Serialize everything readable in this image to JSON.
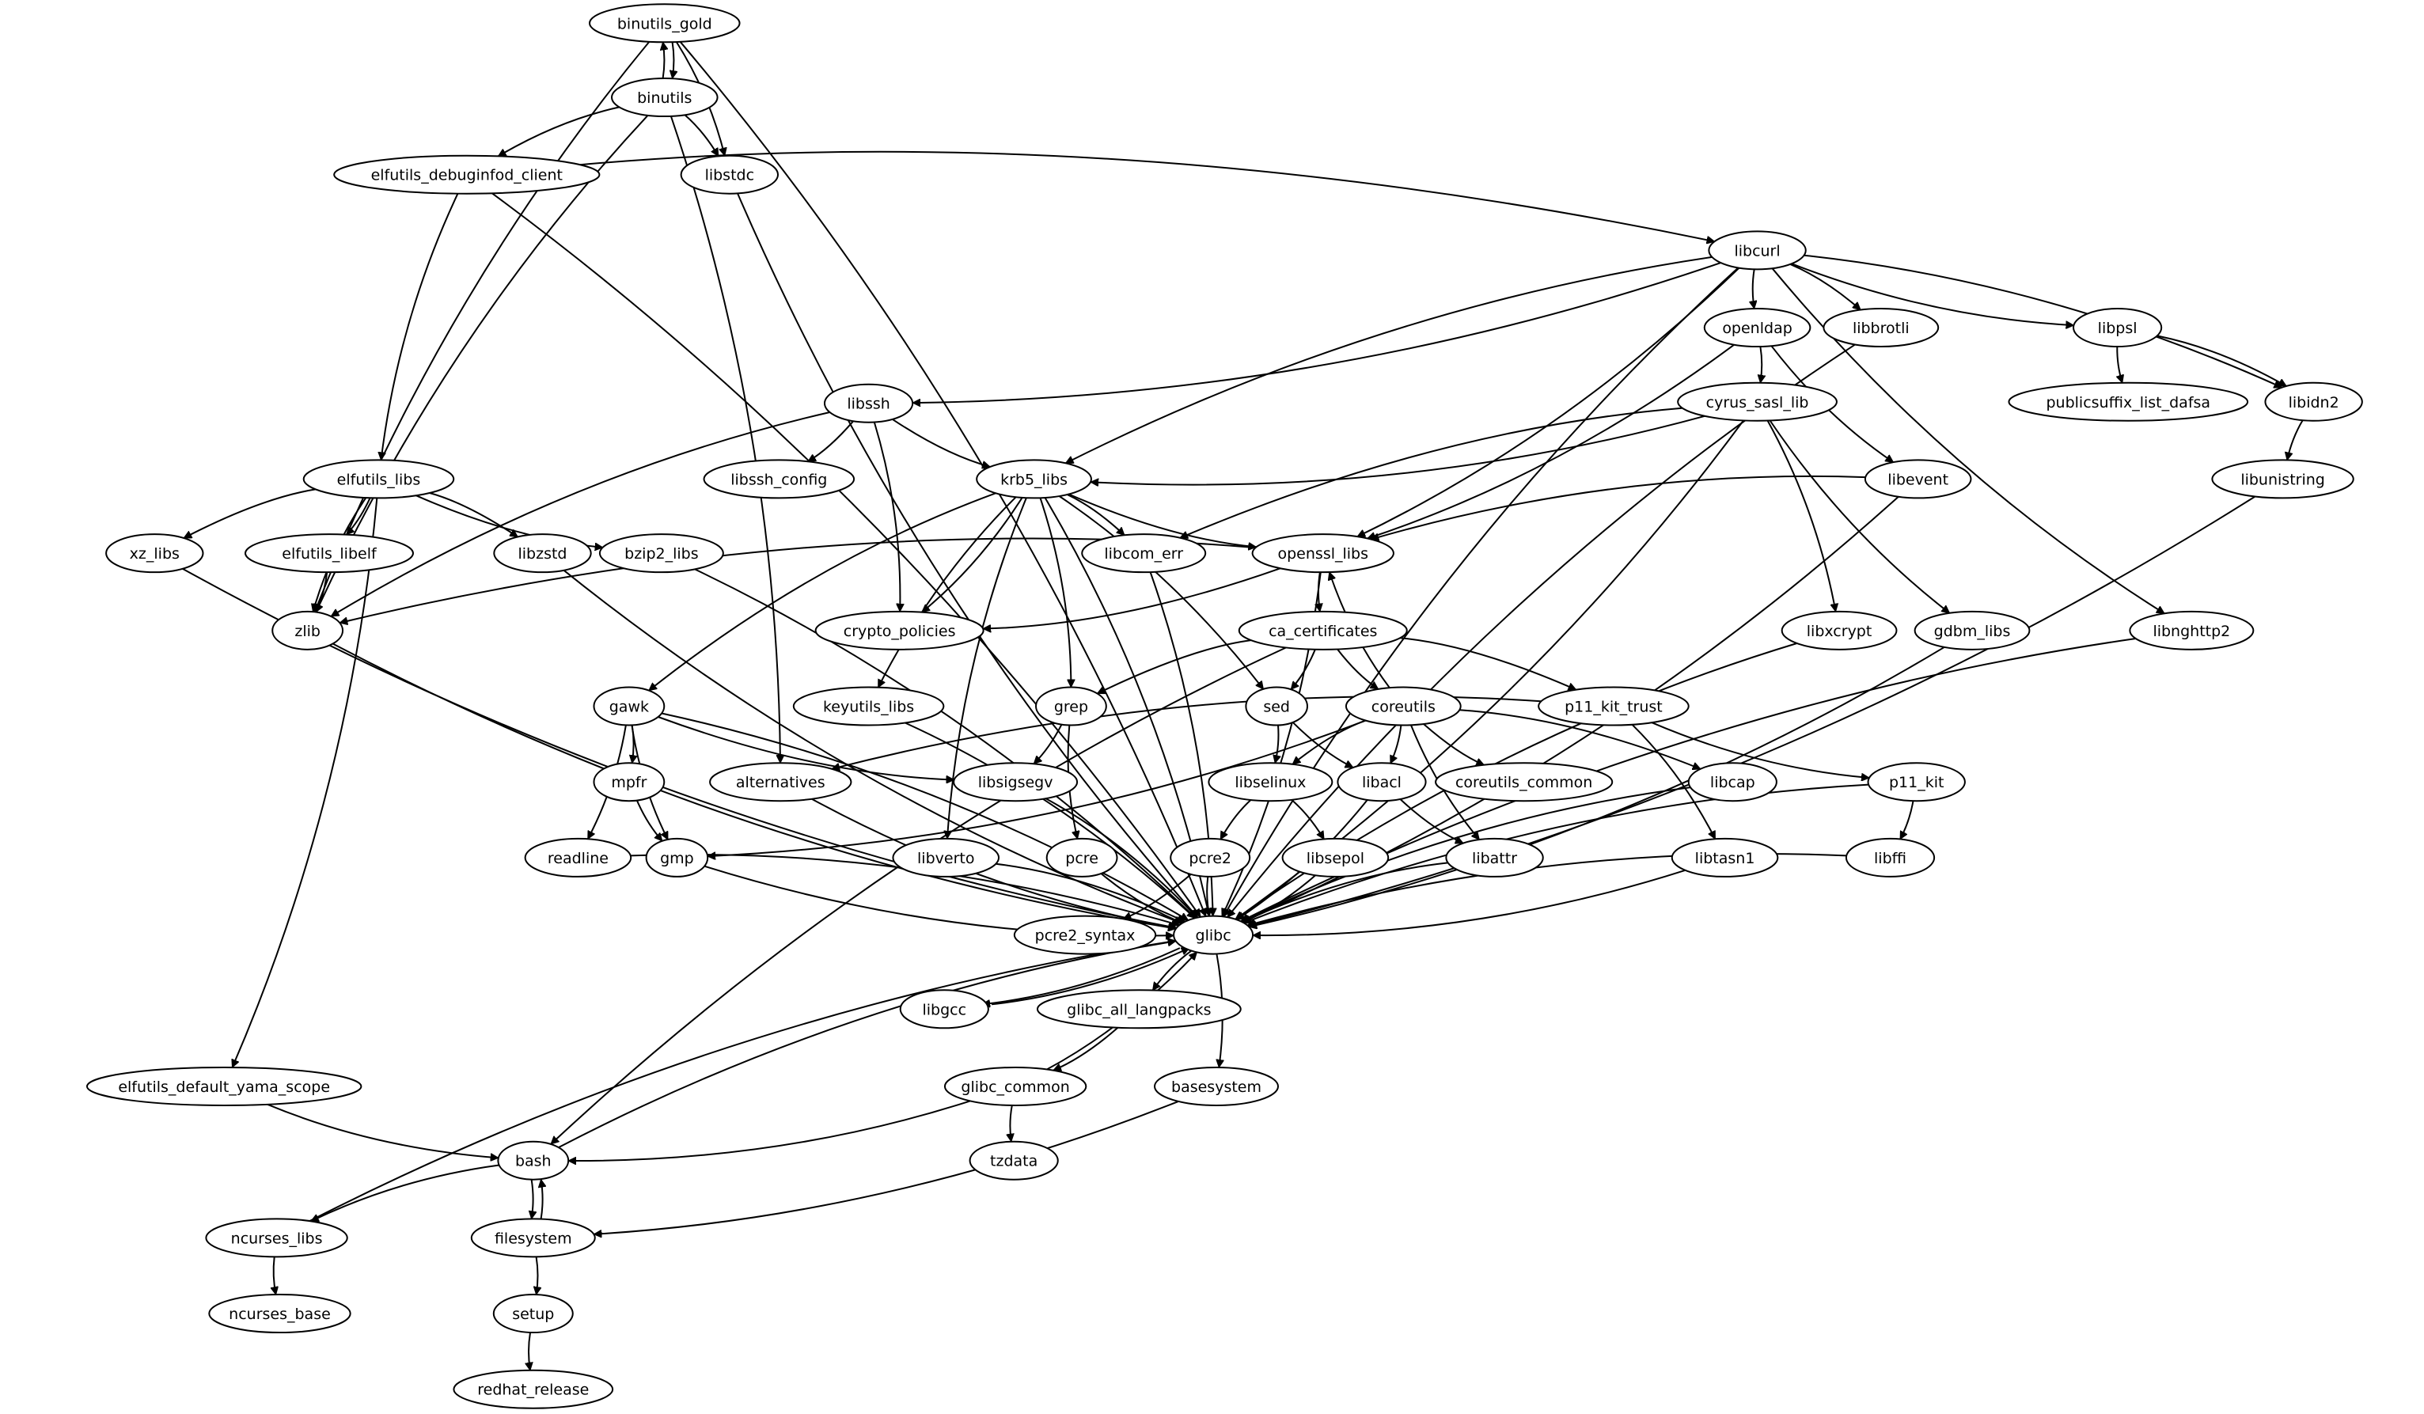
{
  "diagram": {
    "type": "directed-graph",
    "title": "",
    "nodes": [
      {
        "id": "binutils_gold",
        "label": "binutils_gold"
      },
      {
        "id": "binutils",
        "label": "binutils"
      },
      {
        "id": "elfutils_debuginfod_client",
        "label": "elfutils_debuginfod_client"
      },
      {
        "id": "libstdc",
        "label": "libstdc"
      },
      {
        "id": "libcurl",
        "label": "libcurl"
      },
      {
        "id": "openldap",
        "label": "openldap"
      },
      {
        "id": "libbrotli",
        "label": "libbrotli"
      },
      {
        "id": "libpsl",
        "label": "libpsl"
      },
      {
        "id": "publicsuffix_list_dafsa",
        "label": "publicsuffix_list_dafsa"
      },
      {
        "id": "libidn2",
        "label": "libidn2"
      },
      {
        "id": "libssh",
        "label": "libssh"
      },
      {
        "id": "cyrus_sasl_lib",
        "label": "cyrus_sasl_lib"
      },
      {
        "id": "libssh_config",
        "label": "libssh_config"
      },
      {
        "id": "krb5_libs",
        "label": "krb5_libs"
      },
      {
        "id": "elfutils_libs",
        "label": "elfutils_libs"
      },
      {
        "id": "libevent",
        "label": "libevent"
      },
      {
        "id": "libunistring",
        "label": "libunistring"
      },
      {
        "id": "xz_libs",
        "label": "xz_libs"
      },
      {
        "id": "elfutils_libelf",
        "label": "elfutils_libelf"
      },
      {
        "id": "libzstd",
        "label": "libzstd"
      },
      {
        "id": "bzip2_libs",
        "label": "bzip2_libs"
      },
      {
        "id": "libcom_err",
        "label": "libcom_err"
      },
      {
        "id": "openssl_libs",
        "label": "openssl_libs"
      },
      {
        "id": "zlib",
        "label": "zlib"
      },
      {
        "id": "crypto_policies",
        "label": "crypto_policies"
      },
      {
        "id": "ca_certificates",
        "label": "ca_certificates"
      },
      {
        "id": "libxcrypt",
        "label": "libxcrypt"
      },
      {
        "id": "gdbm_libs",
        "label": "gdbm_libs"
      },
      {
        "id": "libnghttp2",
        "label": "libnghttp2"
      },
      {
        "id": "gawk",
        "label": "gawk"
      },
      {
        "id": "keyutils_libs",
        "label": "keyutils_libs"
      },
      {
        "id": "grep",
        "label": "grep"
      },
      {
        "id": "sed",
        "label": "sed"
      },
      {
        "id": "coreutils",
        "label": "coreutils"
      },
      {
        "id": "p11_kit_trust",
        "label": "p11_kit_trust"
      },
      {
        "id": "mpfr",
        "label": "mpfr"
      },
      {
        "id": "alternatives",
        "label": "alternatives"
      },
      {
        "id": "libsigsegv",
        "label": "libsigsegv"
      },
      {
        "id": "libselinux",
        "label": "libselinux"
      },
      {
        "id": "libacl",
        "label": "libacl"
      },
      {
        "id": "coreutils_common",
        "label": "coreutils_common"
      },
      {
        "id": "libcap",
        "label": "libcap"
      },
      {
        "id": "p11_kit",
        "label": "p11_kit"
      },
      {
        "id": "readline",
        "label": "readline"
      },
      {
        "id": "gmp",
        "label": "gmp"
      },
      {
        "id": "libverto",
        "label": "libverto"
      },
      {
        "id": "pcre",
        "label": "pcre"
      },
      {
        "id": "pcre2",
        "label": "pcre2"
      },
      {
        "id": "libsepol",
        "label": "libsepol"
      },
      {
        "id": "libattr",
        "label": "libattr"
      },
      {
        "id": "libtasn1",
        "label": "libtasn1"
      },
      {
        "id": "libffi",
        "label": "libffi"
      },
      {
        "id": "pcre2_syntax",
        "label": "pcre2_syntax"
      },
      {
        "id": "glibc",
        "label": "glibc"
      },
      {
        "id": "libgcc",
        "label": "libgcc"
      },
      {
        "id": "glibc_all_langpacks",
        "label": "glibc_all_langpacks"
      },
      {
        "id": "elfutils_default_yama_scope",
        "label": "elfutils_default_yama_scope"
      },
      {
        "id": "glibc_common",
        "label": "glibc_common"
      },
      {
        "id": "basesystem",
        "label": "basesystem"
      },
      {
        "id": "bash",
        "label": "bash"
      },
      {
        "id": "tzdata",
        "label": "tzdata"
      },
      {
        "id": "ncurses_libs",
        "label": "ncurses_libs"
      },
      {
        "id": "filesystem",
        "label": "filesystem"
      },
      {
        "id": "ncurses_base",
        "label": "ncurses_base"
      },
      {
        "id": "setup",
        "label": "setup"
      },
      {
        "id": "redhat_release",
        "label": "redhat_release"
      }
    ],
    "edges": [
      [
        "binutils_gold",
        "binutils"
      ],
      [
        "binutils",
        "binutils_gold"
      ],
      [
        "binutils_gold",
        "libstdc"
      ],
      [
        "binutils_gold",
        "zlib"
      ],
      [
        "binutils_gold",
        "glibc"
      ],
      [
        "binutils",
        "elfutils_debuginfod_client"
      ],
      [
        "binutils",
        "libstdc"
      ],
      [
        "binutils",
        "zlib"
      ],
      [
        "binutils",
        "alternatives"
      ],
      [
        "libstdc",
        "glibc"
      ],
      [
        "elfutils_debuginfod_client",
        "libcurl"
      ],
      [
        "elfutils_debuginfod_client",
        "elfutils_libs"
      ],
      [
        "elfutils_debuginfod_client",
        "glibc"
      ],
      [
        "libcurl",
        "openldap"
      ],
      [
        "libcurl",
        "libbrotli"
      ],
      [
        "libcurl",
        "libpsl"
      ],
      [
        "libcurl",
        "libidn2"
      ],
      [
        "libcurl",
        "libnghttp2"
      ],
      [
        "libcurl",
        "libssh"
      ],
      [
        "libcurl",
        "krb5_libs"
      ],
      [
        "libcurl",
        "openssl_libs"
      ],
      [
        "libcurl",
        "glibc"
      ],
      [
        "openldap",
        "cyrus_sasl_lib"
      ],
      [
        "openldap",
        "libevent"
      ],
      [
        "openldap",
        "openssl_libs"
      ],
      [
        "libpsl",
        "publicsuffix_list_dafsa"
      ],
      [
        "libpsl",
        "libidn2"
      ],
      [
        "libidn2",
        "libunistring"
      ],
      [
        "libunistring",
        "glibc"
      ],
      [
        "libbrotli",
        "glibc"
      ],
      [
        "cyrus_sasl_lib",
        "krb5_libs"
      ],
      [
        "cyrus_sasl_lib",
        "libcom_err"
      ],
      [
        "cyrus_sasl_lib",
        "libxcrypt"
      ],
      [
        "cyrus_sasl_lib",
        "gdbm_libs"
      ],
      [
        "cyrus_sasl_lib",
        "glibc"
      ],
      [
        "libevent",
        "openssl_libs"
      ],
      [
        "libevent",
        "glibc"
      ],
      [
        "libxcrypt",
        "glibc"
      ],
      [
        "gdbm_libs",
        "glibc"
      ],
      [
        "libnghttp2",
        "glibc"
      ],
      [
        "libssh",
        "libssh_config"
      ],
      [
        "libssh",
        "krb5_libs"
      ],
      [
        "libssh",
        "crypto_policies"
      ],
      [
        "libssh",
        "zlib"
      ],
      [
        "krb5_libs",
        "libcom_err"
      ],
      [
        "krb5_libs",
        "openssl_libs"
      ],
      [
        "krb5_libs",
        "crypto_policies"
      ],
      [
        "krb5_libs",
        "keyutils_libs"
      ],
      [
        "krb5_libs",
        "grep"
      ],
      [
        "krb5_libs",
        "libverto"
      ],
      [
        "krb5_libs",
        "sed"
      ],
      [
        "krb5_libs",
        "gawk"
      ],
      [
        "krb5_libs",
        "glibc"
      ],
      [
        "elfutils_libs",
        "xz_libs"
      ],
      [
        "elfutils_libs",
        "elfutils_libelf"
      ],
      [
        "elfutils_libs",
        "zlib"
      ],
      [
        "elfutils_libs",
        "libzstd"
      ],
      [
        "elfutils_libs",
        "bzip2_libs"
      ],
      [
        "elfutils_libs",
        "elfutils_default_yama_scope"
      ],
      [
        "xz_libs",
        "glibc"
      ],
      [
        "elfutils_libelf",
        "zlib"
      ],
      [
        "libzstd",
        "glibc"
      ],
      [
        "bzip2_libs",
        "glibc"
      ],
      [
        "zlib",
        "glibc"
      ],
      [
        "libcom_err",
        "glibc"
      ],
      [
        "openssl_libs",
        "zlib"
      ],
      [
        "openssl_libs",
        "crypto_policies"
      ],
      [
        "openssl_libs",
        "ca_certificates"
      ],
      [
        "openssl_libs",
        "glibc"
      ],
      [
        "ca_certificates",
        "grep"
      ],
      [
        "ca_certificates",
        "sed"
      ],
      [
        "ca_certificates",
        "coreutils"
      ],
      [
        "ca_certificates",
        "p11_kit_trust"
      ],
      [
        "ca_certificates",
        "bash"
      ],
      [
        "coreutils",
        "openssl_libs"
      ],
      [
        "coreutils",
        "libselinux"
      ],
      [
        "coreutils",
        "libacl"
      ],
      [
        "coreutils",
        "coreutils_common"
      ],
      [
        "coreutils",
        "libcap"
      ],
      [
        "coreutils",
        "libattr"
      ],
      [
        "coreutils",
        "gmp"
      ],
      [
        "p11_kit_trust",
        "p11_kit"
      ],
      [
        "p11_kit_trust",
        "libtasn1"
      ],
      [
        "p11_kit_trust",
        "alternatives"
      ],
      [
        "gawk",
        "mpfr"
      ],
      [
        "gawk",
        "gmp"
      ],
      [
        "gawk",
        "readline"
      ],
      [
        "gawk",
        "libsigsegv"
      ],
      [
        "gawk",
        "glibc"
      ],
      [
        "mpfr",
        "gmp"
      ],
      [
        "grep",
        "libsigsegv"
      ],
      [
        "grep",
        "pcre"
      ],
      [
        "sed",
        "libselinux"
      ],
      [
        "sed",
        "libacl"
      ],
      [
        "keyutils_libs",
        "glibc"
      ],
      [
        "alternatives",
        "glibc"
      ],
      [
        "libsigsegv",
        "glibc"
      ],
      [
        "libselinux",
        "pcre2"
      ],
      [
        "libselinux",
        "libsepol"
      ],
      [
        "libacl",
        "libattr"
      ],
      [
        "libacl",
        "glibc"
      ],
      [
        "libcap",
        "glibc"
      ],
      [
        "p11_kit",
        "libffi"
      ],
      [
        "p11_kit",
        "glibc"
      ],
      [
        "readline",
        "glibc"
      ],
      [
        "gmp",
        "glibc"
      ],
      [
        "libverto",
        "glibc"
      ],
      [
        "pcre",
        "glibc"
      ],
      [
        "pcre2",
        "pcre2_syntax"
      ],
      [
        "pcre2",
        "glibc"
      ],
      [
        "libsepol",
        "glibc"
      ],
      [
        "libattr",
        "glibc"
      ],
      [
        "libtasn1",
        "glibc"
      ],
      [
        "libffi",
        "glibc"
      ],
      [
        "glibc",
        "libgcc"
      ],
      [
        "glibc",
        "glibc_all_langpacks"
      ],
      [
        "glibc",
        "basesystem"
      ],
      [
        "libgcc",
        "glibc"
      ],
      [
        "glibc_all_langpacks",
        "glibc_common"
      ],
      [
        "glibc_common",
        "glibc"
      ],
      [
        "glibc_common",
        "bash"
      ],
      [
        "glibc_common",
        "tzdata"
      ],
      [
        "basesystem",
        "filesystem"
      ],
      [
        "elfutils_default_yama_scope",
        "bash"
      ],
      [
        "bash",
        "glibc"
      ],
      [
        "bash",
        "ncurses_libs"
      ],
      [
        "bash",
        "filesystem"
      ],
      [
        "filesystem",
        "bash"
      ],
      [
        "ncurses_libs",
        "glibc"
      ],
      [
        "ncurses_libs",
        "ncurses_base"
      ],
      [
        "filesystem",
        "setup"
      ],
      [
        "setup",
        "redhat_release"
      ]
    ]
  }
}
